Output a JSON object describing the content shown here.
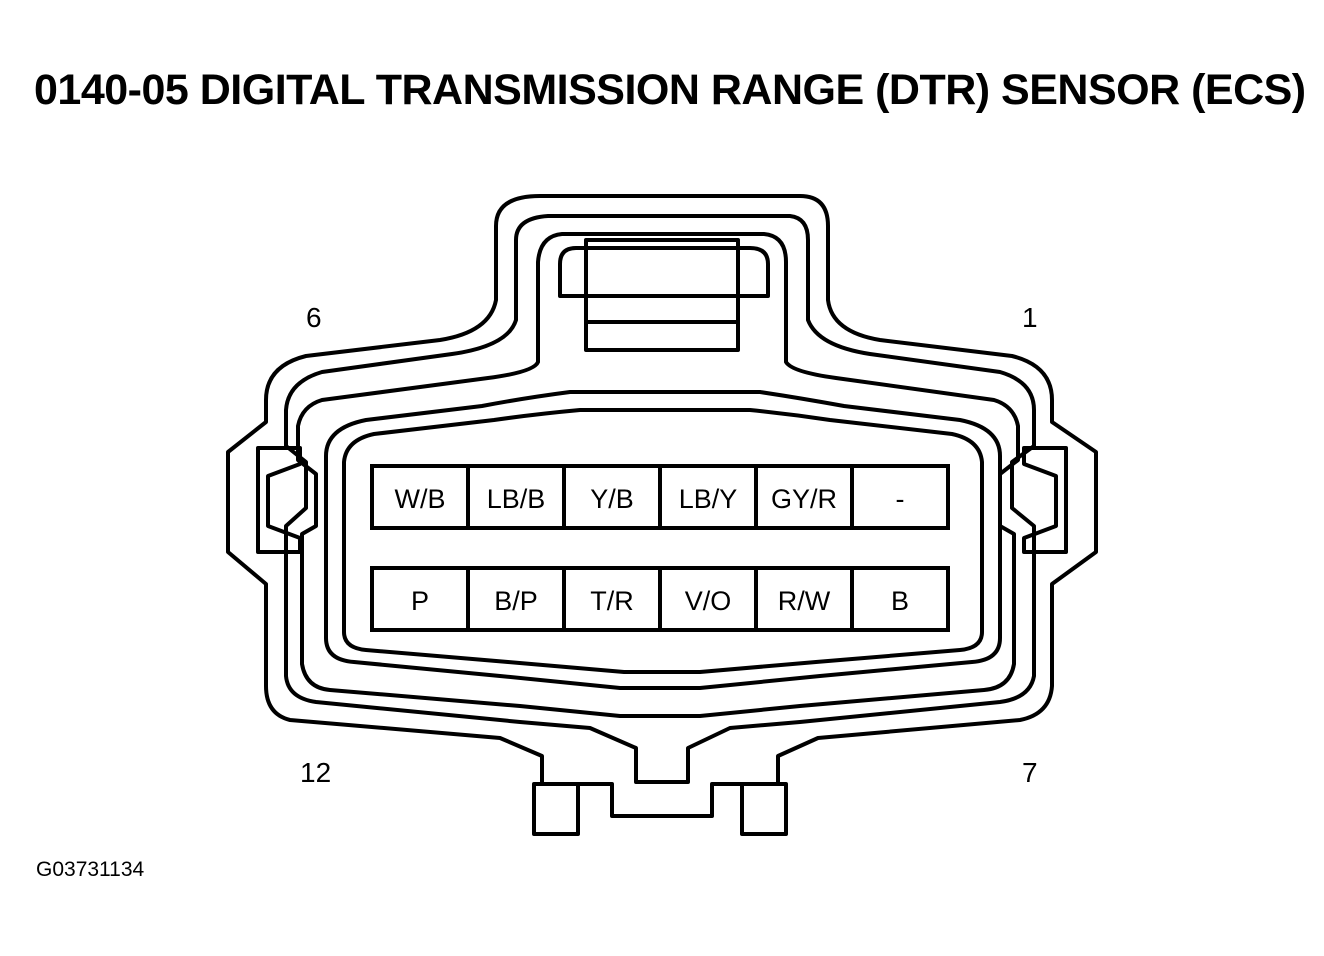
{
  "title": "0140-05 DIGITAL TRANSMISSION RANGE (DTR) SENSOR (ECS)",
  "pin_labels": {
    "top_left": "6",
    "top_right": "1",
    "bottom_left": "12",
    "bottom_right": "7"
  },
  "rows": [
    [
      "W/B",
      "LB/B",
      "Y/B",
      "LB/Y",
      "GY/R",
      "-"
    ],
    [
      "P",
      "B/P",
      "T/R",
      "V/O",
      "R/W",
      "B"
    ]
  ],
  "figure_id": "G03731134"
}
